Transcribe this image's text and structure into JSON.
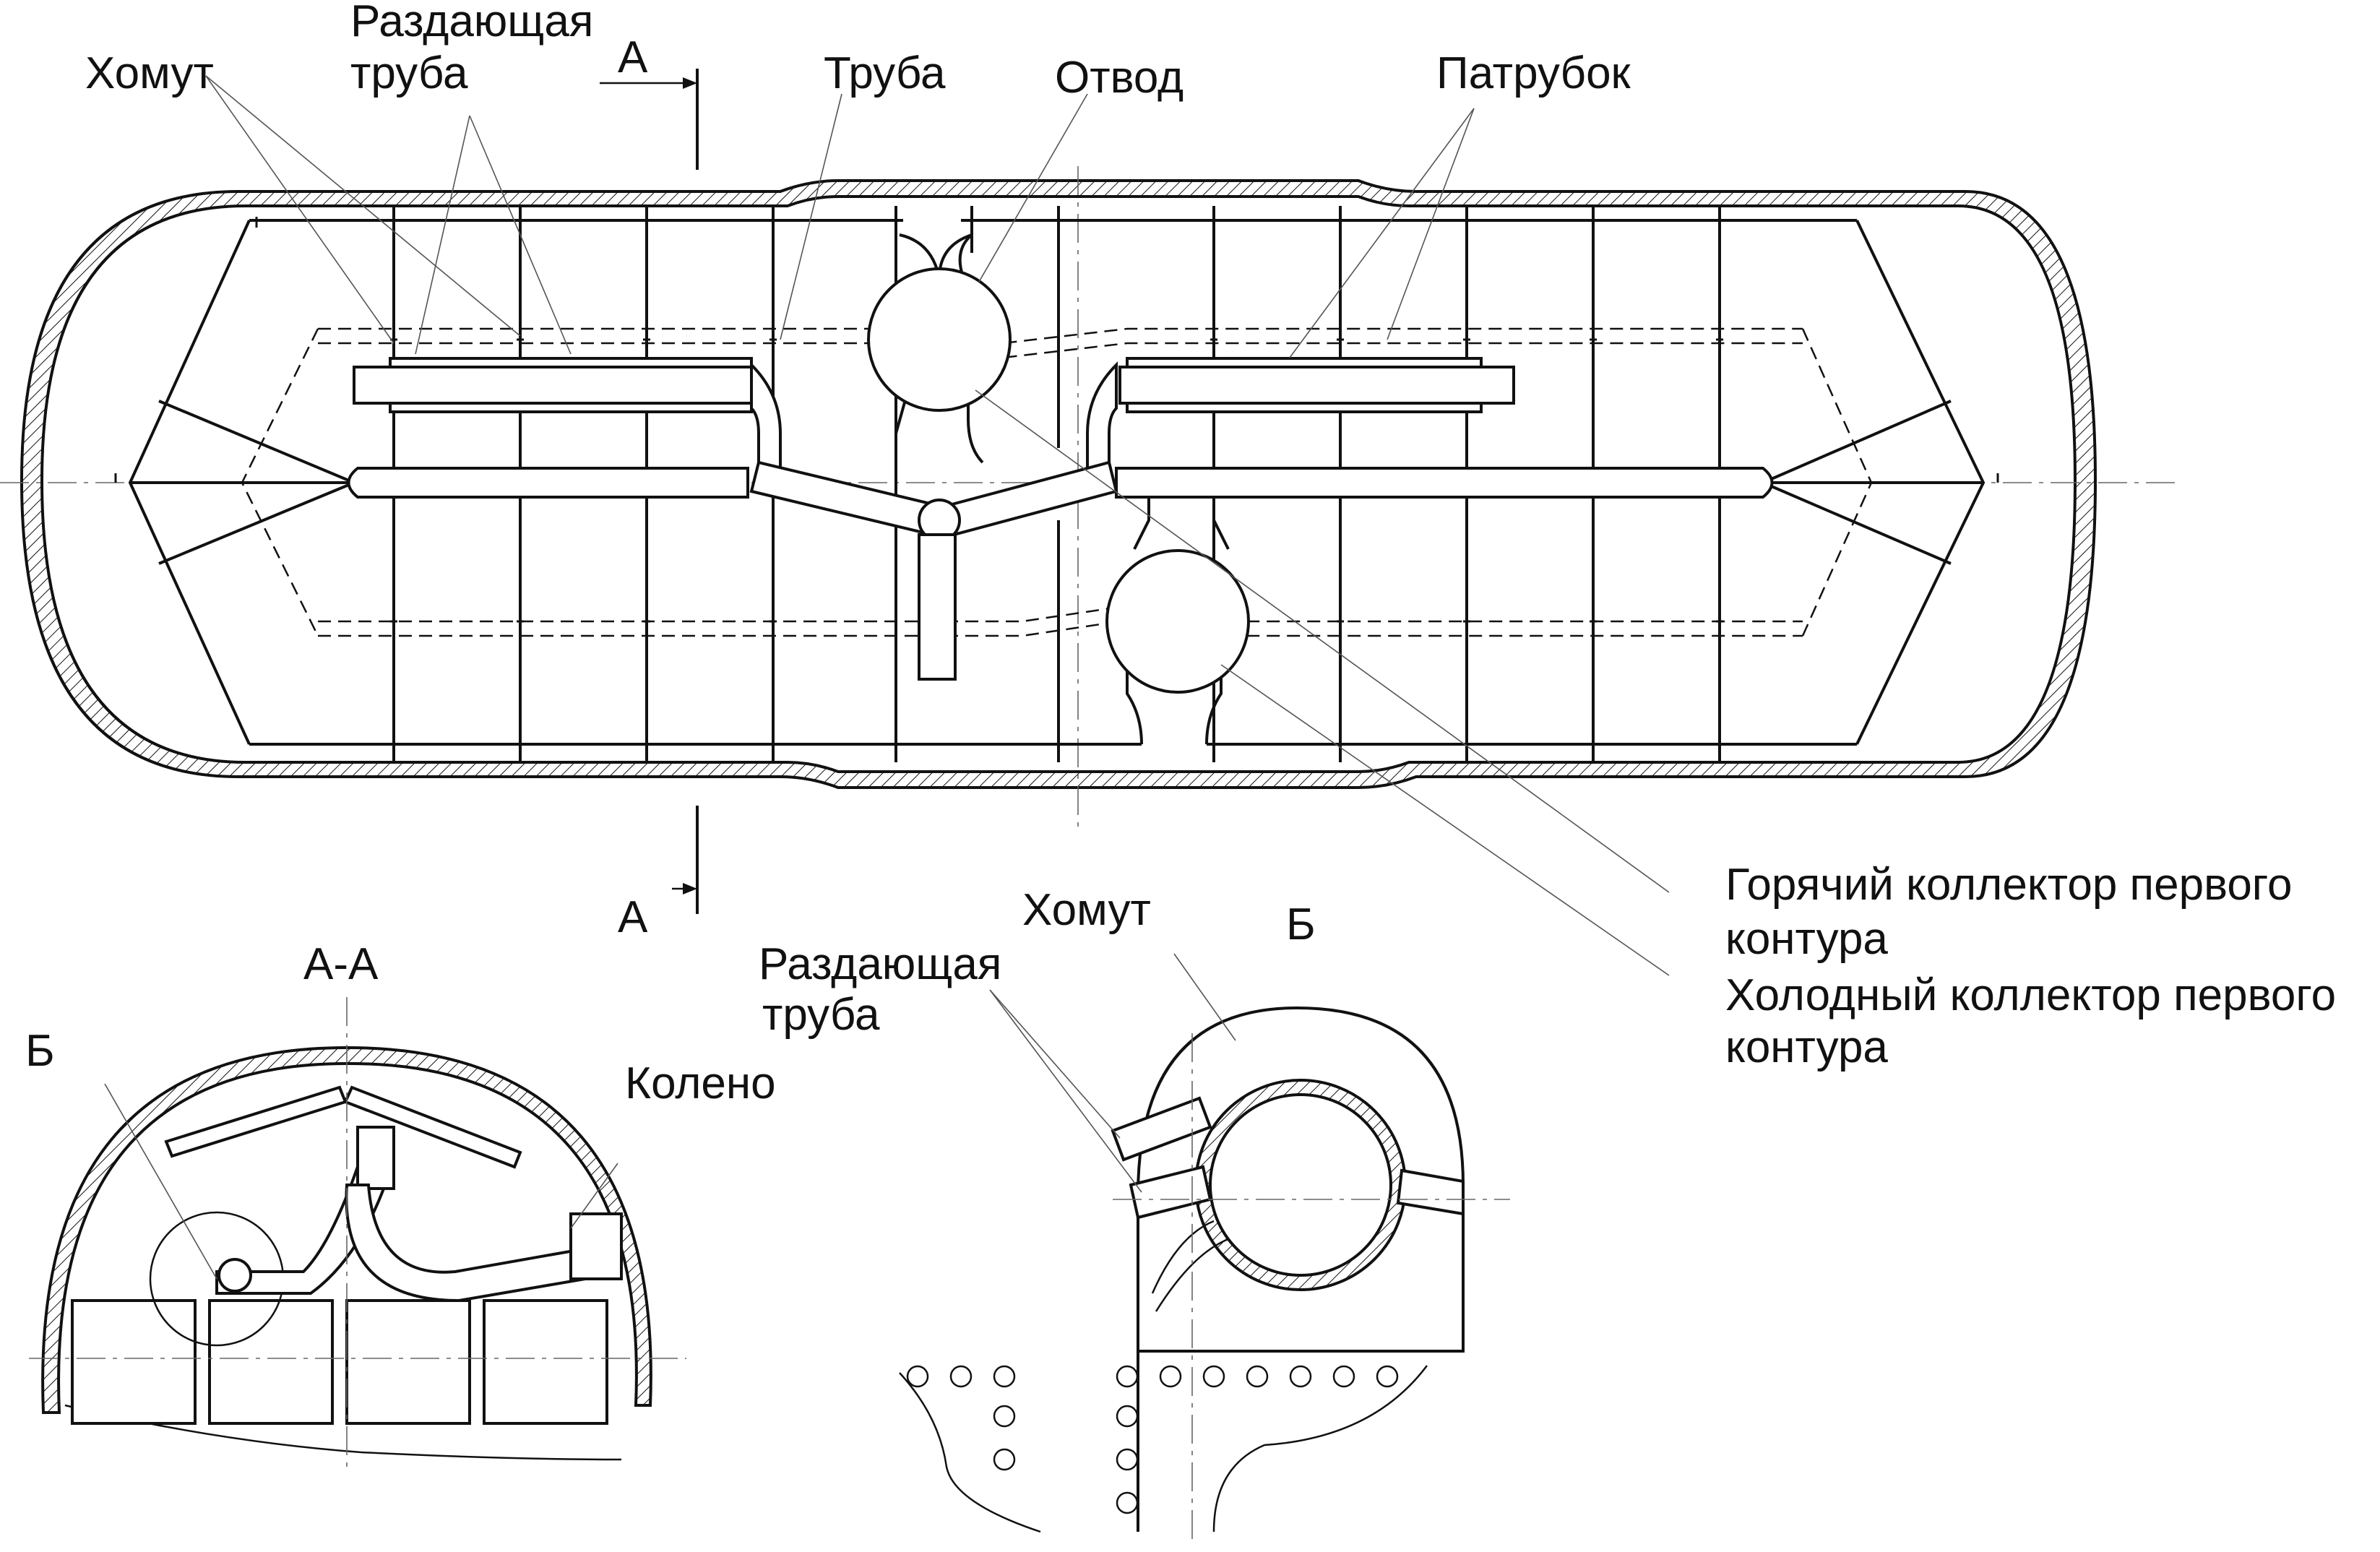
{
  "labels": {
    "khomut_top": "Хомут",
    "razd_top_1": "Раздающая",
    "razd_top_2": "труба",
    "a_top": "А",
    "truba": "Труба",
    "otvod": "Отвод",
    "patrubok": "Патрубок",
    "a_bottom": "А",
    "section_aa": "А-А",
    "b_left": "Б",
    "koleno": "Колено",
    "khomut_mid": "Хомут",
    "razd_mid_1": "Раздающая",
    "razd_mid_2": "труба",
    "b_detail": "Б",
    "hot_1": "Горячий коллектор первого",
    "hot_2": "контура",
    "cold_1": "Холодный коллектор первого",
    "cold_2": "контура"
  }
}
